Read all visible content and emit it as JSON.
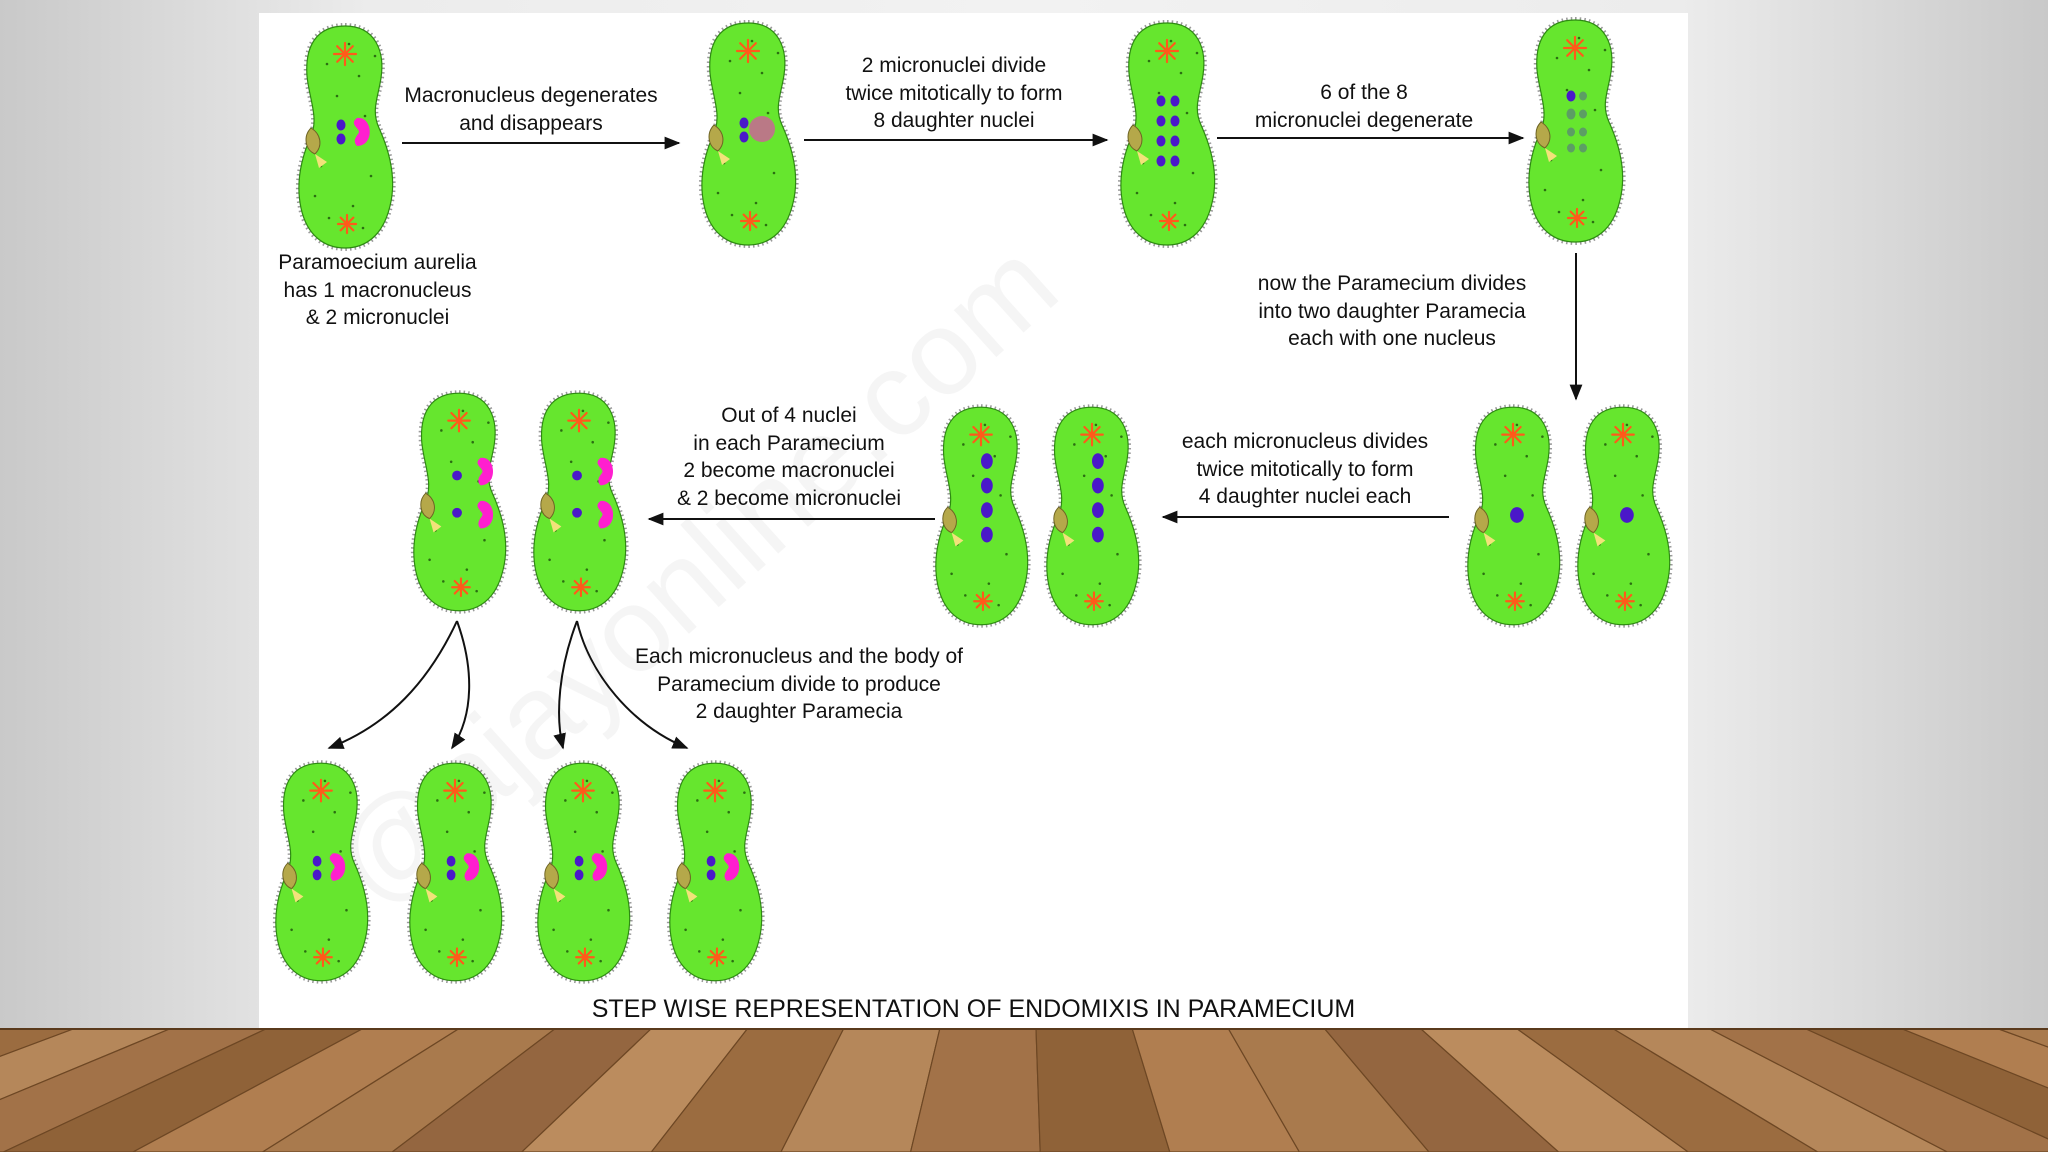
{
  "caption": "STEP WISE REPRESENTATION OF ENDOMIXIS IN PARAMECIUM",
  "labels": {
    "initial_state": "Paramoecium aurelia\nhas  1 macronucleus\n& 2 micronuclei",
    "step1": "Macronucleus degenerates\nand disappears",
    "step2": "2  micronuclei divide\ntwice mitotically to form\n8  daughter nuclei",
    "step3": "6 of the 8\nmicronuclei degenerate",
    "step4": "now the Paramecium divides\ninto two daughter Paramecia\neach with one nucleus",
    "step5": "each  micronucleus divides\ntwice mitotically to form\n4  daughter nuclei each",
    "step6": "Out of 4 nuclei\nin each Paramecium\n2 become macronuclei\n& 2 become micronuclei",
    "step7": "Each micronucleus and the body of\nParamecium divide to produce\n2 daughter Paramecia"
  },
  "colors": {
    "cell_body": "#66e62e",
    "cell_outline": "#9a9a9a",
    "macronucleus": "#ff1fcf",
    "micronucleus": "#4a18c9",
    "contractile_vacuole": "#ff5a1a",
    "oral_groove": "#b5a84a",
    "arrow": "#111111",
    "floor_wood": "#a5774a"
  },
  "watermark": "@ajayonline.com"
}
